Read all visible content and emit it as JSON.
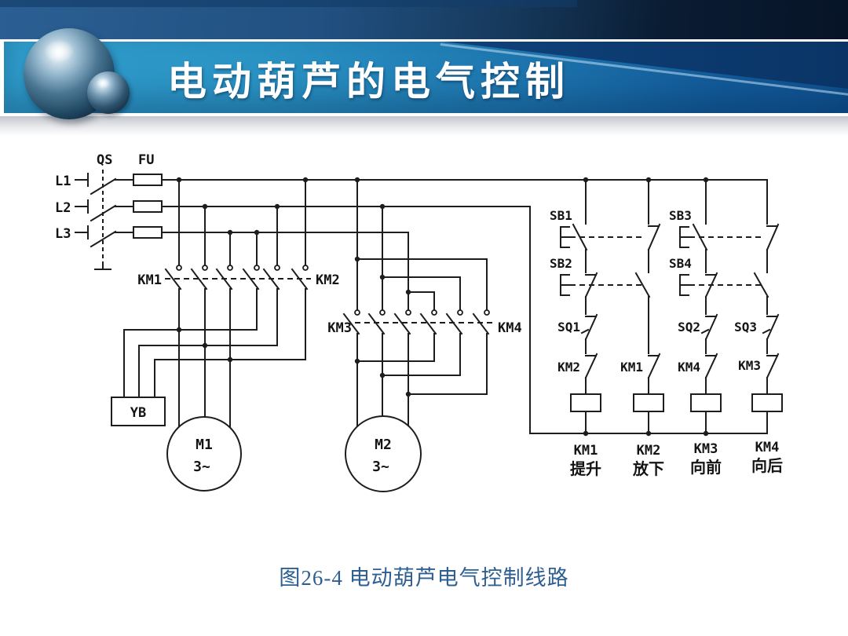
{
  "header": {
    "title": "电动葫芦的电气控制"
  },
  "caption": {
    "text": "图26-4  电动葫芦电气控制线路"
  },
  "power_circuit": {
    "phase_labels": [
      "L1",
      "L2",
      "L3"
    ],
    "isolator": "QS",
    "fuse": "FU",
    "hoist_contactor_up": "KM1",
    "hoist_contactor_down": "KM2",
    "trolley_contactor_fwd": "KM3",
    "trolley_contactor_rev": "KM4",
    "brake": "YB",
    "motor1": {
      "name": "M1",
      "type": "3~"
    },
    "motor2": {
      "name": "M2",
      "type": "3~"
    }
  },
  "control_circuit": {
    "buttons": [
      "SB1",
      "SB2",
      "SB3",
      "SB4"
    ],
    "limit_switches": [
      "SQ1",
      "SQ2",
      "SQ3"
    ],
    "interlock_contacts": [
      "KM2",
      "KM1",
      "KM4",
      "KM3"
    ],
    "branches": [
      {
        "coil": "KM1",
        "action": "提升"
      },
      {
        "coil": "KM2",
        "action": "放下"
      },
      {
        "coil": "KM3",
        "action": "向前"
      },
      {
        "coil": "KM4",
        "action": "向后"
      }
    ]
  },
  "colors": {
    "banner_left": "#2f9cca",
    "banner_right": "#0f5290",
    "topbar": "#0a1c33",
    "caption_text": "#2e5f92",
    "line": "#1d1d1d"
  }
}
